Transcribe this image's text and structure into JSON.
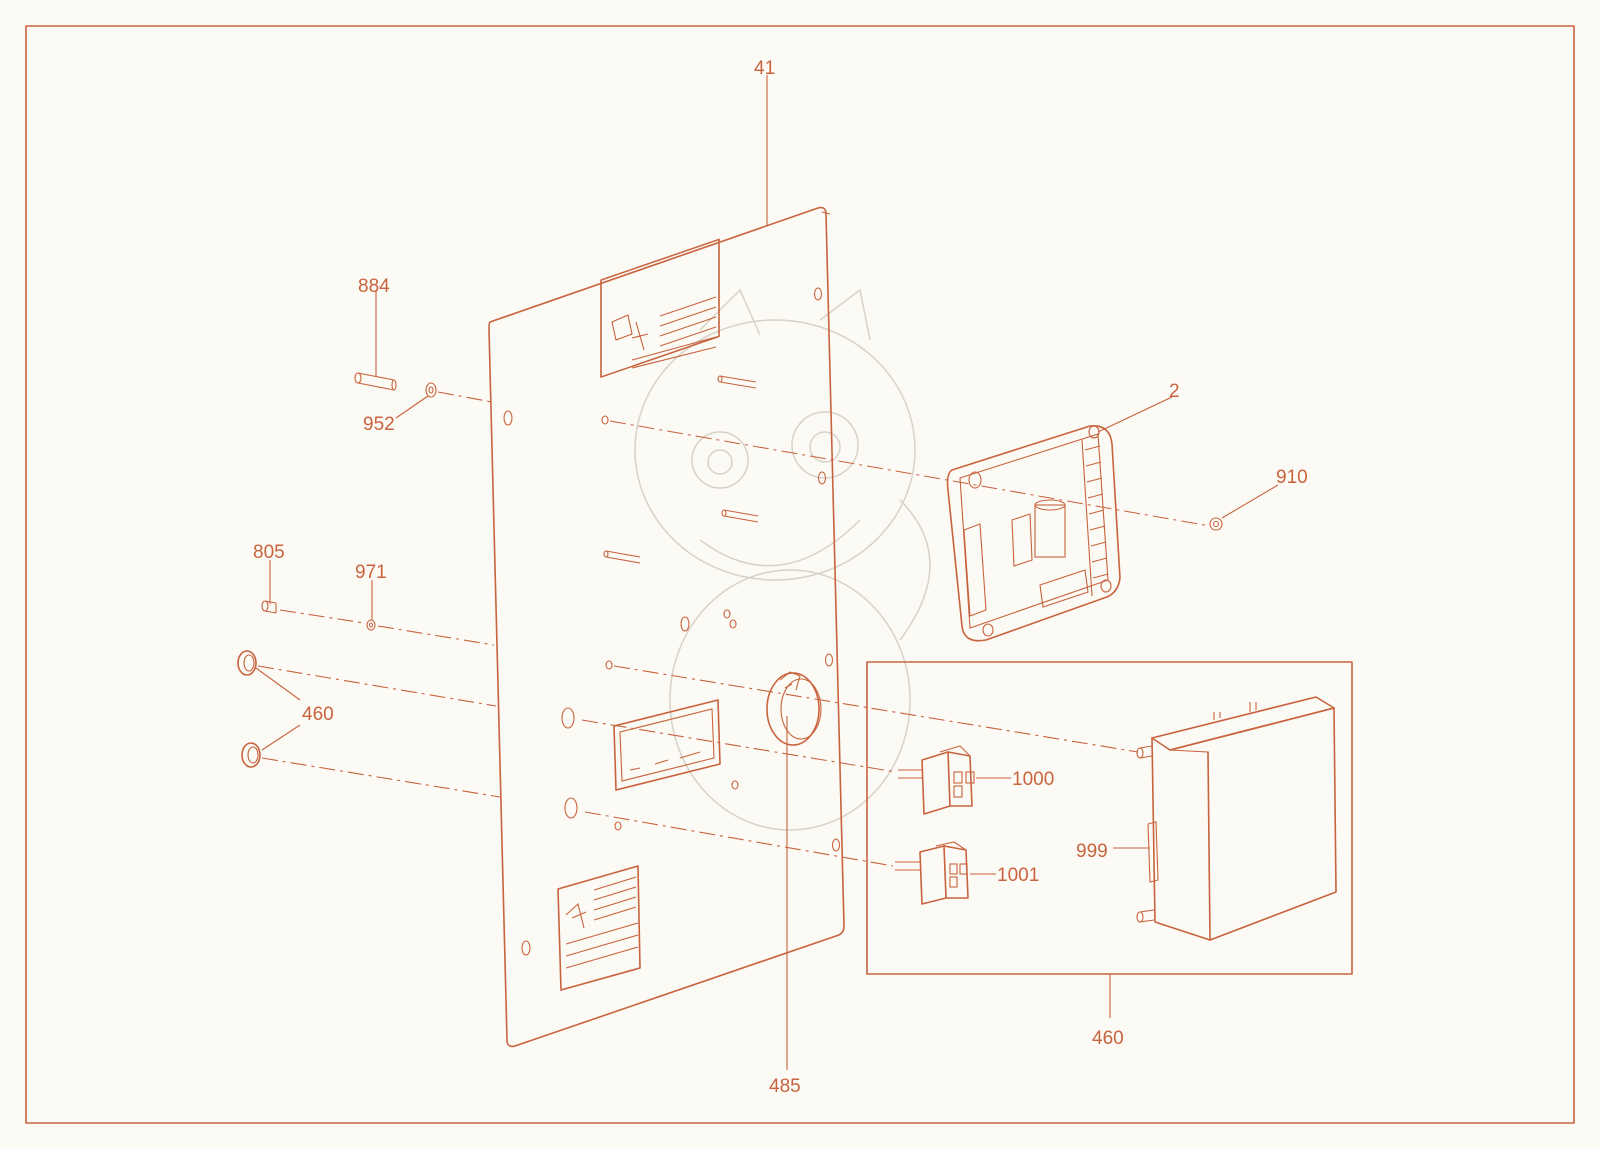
{
  "labels": {
    "panel": "41",
    "pin": "884",
    "washer_top": "952",
    "module": "2",
    "nut": "910",
    "screw": "805",
    "washer_small": "971",
    "grommet": "460",
    "switch_a": "1000",
    "switch_b": "1001",
    "component": "999",
    "subassembly": "460",
    "knob": "485"
  },
  "colors": {
    "line": "#c8633e",
    "background": "#fcfaf5",
    "watermark": "#d8d2c8"
  }
}
